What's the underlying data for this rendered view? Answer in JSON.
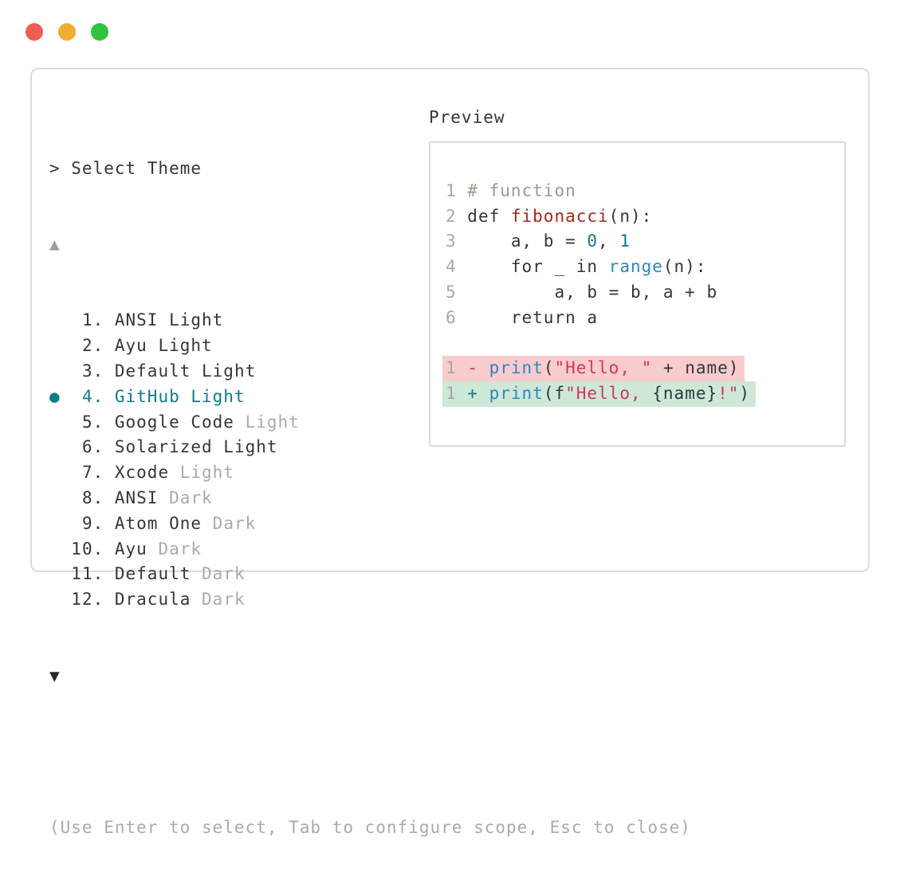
{
  "traffic_lights": {
    "red": "#f15b55",
    "yellow": "#f0ad33",
    "green": "#2ec23f"
  },
  "theme_selector": {
    "prompt": "> Select Theme",
    "scroll_up_icon": "▲",
    "scroll_down_icon": "▼",
    "items": [
      {
        "number": "1",
        "selected": false,
        "tokens": [
          [
            "ANSI Light",
            "fg"
          ]
        ]
      },
      {
        "number": "2",
        "selected": false,
        "tokens": [
          [
            "Ayu Light",
            "fg"
          ]
        ]
      },
      {
        "number": "3",
        "selected": false,
        "tokens": [
          [
            "Default Light",
            "fg"
          ]
        ]
      },
      {
        "number": "4",
        "selected": true,
        "tokens": [
          [
            "GitHub Light",
            "accent"
          ]
        ]
      },
      {
        "number": "5",
        "selected": false,
        "tokens": [
          [
            "Google Code ",
            "fg"
          ],
          [
            "Light",
            "muted"
          ]
        ]
      },
      {
        "number": "6",
        "selected": false,
        "tokens": [
          [
            "Solarized Light",
            "fg"
          ]
        ]
      },
      {
        "number": "7",
        "selected": false,
        "tokens": [
          [
            "Xcode ",
            "fg"
          ],
          [
            "Light",
            "muted"
          ]
        ]
      },
      {
        "number": "8",
        "selected": false,
        "tokens": [
          [
            "ANSI ",
            "fg"
          ],
          [
            "Dark",
            "muted"
          ]
        ]
      },
      {
        "number": "9",
        "selected": false,
        "tokens": [
          [
            "Atom One ",
            "fg"
          ],
          [
            "Dark",
            "muted"
          ]
        ]
      },
      {
        "number": "10",
        "selected": false,
        "tokens": [
          [
            "Ayu ",
            "fg"
          ],
          [
            "Dark",
            "muted"
          ]
        ]
      },
      {
        "number": "11",
        "selected": false,
        "tokens": [
          [
            "Default ",
            "fg"
          ],
          [
            "Dark",
            "muted"
          ]
        ]
      },
      {
        "number": "12",
        "selected": false,
        "tokens": [
          [
            "Dracula ",
            "fg"
          ],
          [
            "Dark",
            "muted"
          ]
        ]
      }
    ],
    "selected_bullet_icon": "●",
    "help_text": "(Use Enter to select, Tab to configure scope, Esc to close)"
  },
  "preview": {
    "label": "Preview",
    "lines": [
      {
        "num": "1",
        "bg": null,
        "tokens": [
          [
            "# function",
            "comment"
          ]
        ]
      },
      {
        "num": "2",
        "bg": null,
        "tokens": [
          [
            "def ",
            "fg"
          ],
          [
            "fibonacci",
            "darkred"
          ],
          [
            "(n):",
            "fg"
          ]
        ]
      },
      {
        "num": "3",
        "bg": null,
        "tokens": [
          [
            "    a, b = ",
            "fg"
          ],
          [
            "0",
            "accent"
          ],
          [
            ", ",
            "fg"
          ],
          [
            "1",
            "accent"
          ]
        ]
      },
      {
        "num": "4",
        "bg": null,
        "tokens": [
          [
            "    for _ in ",
            "fg"
          ],
          [
            "range",
            "blue"
          ],
          [
            "(n):",
            "fg"
          ]
        ]
      },
      {
        "num": "5",
        "bg": null,
        "tokens": [
          [
            "        a, b = b, a + b",
            "fg"
          ]
        ]
      },
      {
        "num": "6",
        "bg": null,
        "tokens": [
          [
            "    return a",
            "fg"
          ]
        ]
      },
      {
        "num": "",
        "bg": null,
        "tokens": []
      },
      {
        "num": "1",
        "bg": "removed",
        "tokens": [
          [
            "- ",
            "crimson"
          ],
          [
            "print",
            "blue"
          ],
          [
            "(",
            "fg"
          ],
          [
            "\"Hello, \"",
            "crimson"
          ],
          [
            " + name)",
            "fg"
          ]
        ]
      },
      {
        "num": "1",
        "bg": "added",
        "tokens": [
          [
            "+ ",
            "accent"
          ],
          [
            "print",
            "blue"
          ],
          [
            "(f",
            "fg"
          ],
          [
            "\"Hello, ",
            "crimson"
          ],
          [
            "{name}",
            "fg"
          ],
          [
            "!\"",
            "crimson"
          ],
          [
            ")",
            "fg"
          ]
        ]
      }
    ]
  },
  "colors": {
    "fg": "#31373d",
    "muted": "#a7abae",
    "num": "#a3a7aa",
    "accent": "#0f7b8b",
    "blue": "#2e86c2",
    "darkred": "#a5281f",
    "crimson": "#d43657",
    "comment": "#9a9a8b",
    "scroll_up": "#9aa0a5",
    "scroll_down": "#24282c",
    "diff_removed_bg": "#f8cbcd",
    "diff_added_bg": "#cde8d7"
  }
}
